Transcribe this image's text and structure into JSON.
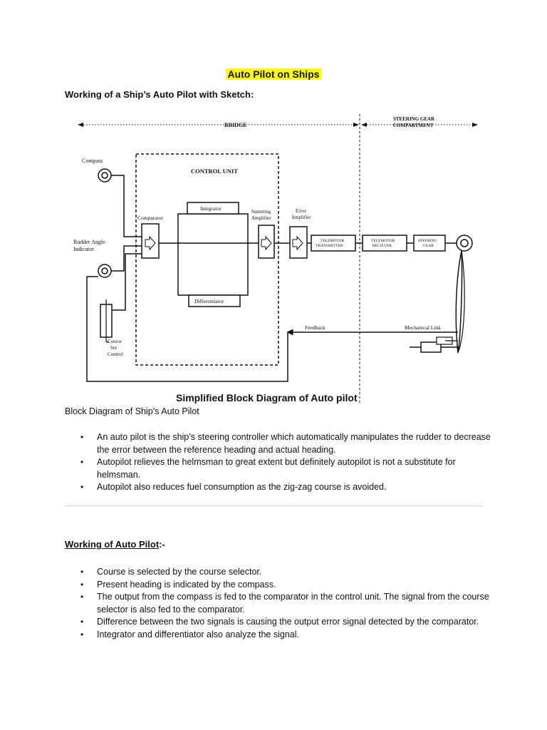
{
  "document": {
    "title": "Auto Pilot on Ships",
    "subheading": "Working of a Ship’s Auto Pilot with Sketch:",
    "caption": "Block Diagram of Ship’s Auto Pilot",
    "bullets_intro": [
      "An auto pilot is the ship’s steering controller which automatically manipulates the rudder to decrease the error between the reference heading and actual heading.",
      "Autopilot relieves the helmsman to great extent but definitely autopilot is not a substitute for helmsman.",
      "Autopilot also reduces fuel consumption as the zig-zag course is avoided."
    ],
    "section_heading": "Working of Auto Pilot",
    "section_heading_suffix": ":-",
    "bullets_working": [
      "Course is selected by the course selector.",
      "Present heading is indicated by the compass.",
      "The output from the compass is fed to the comparator in the control unit. The signal from the course selector is also fed to the comparator.",
      "Difference between the two signals is causing the output error signal detected by the comparator.",
      "Integrator and differentiator also analyze the signal."
    ]
  },
  "diagram": {
    "bridge": "BRIDGE",
    "steering_gear_1": "STEERING GEAR",
    "steering_gear_2": "COMPARTMENT",
    "control_unit": "CONTROL UNIT",
    "compass": "Compass",
    "rudder_angle_1": "Rudder Angle",
    "rudder_angle_2": "Indicator",
    "comparator": "Comparator",
    "integrator": "Integrator",
    "differentiator": "Differentiator",
    "summing_1": "Summing",
    "summing_2": "Amplifier",
    "error_1": "Error",
    "error_2": "Amplifier",
    "telemotor_tx_1": "TELEMOTOR",
    "telemotor_tx_2": "TRANSMITTER",
    "telemotor_rx_1": "TELEMOTOR",
    "telemotor_rx_2": "RECIEVER",
    "steering_gear_box_1": "STEERING",
    "steering_gear_box_2": "GEAR",
    "feedback": "Feedback",
    "mechanical_link": "Mechanical Link",
    "course_1": "Course",
    "course_2": "Set",
    "course_3": "Control",
    "title": "Simplified Block Diagram of Auto pilot"
  }
}
